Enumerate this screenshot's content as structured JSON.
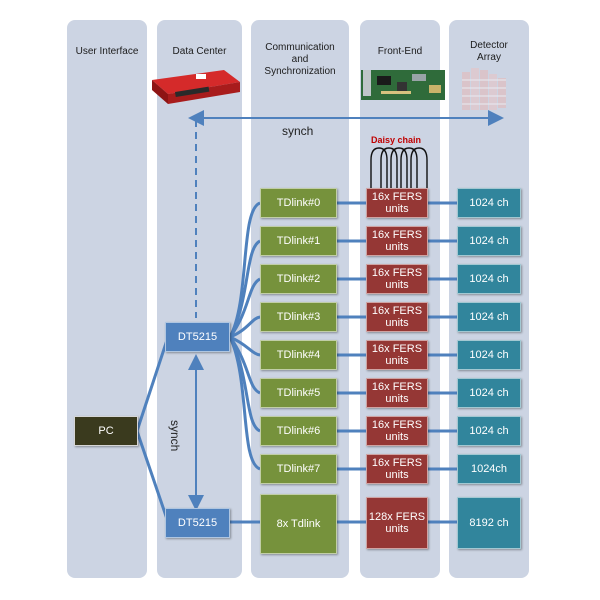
{
  "columns": [
    {
      "id": "ui",
      "label": "User Interface"
    },
    {
      "id": "dc",
      "label": "Data Center"
    },
    {
      "id": "comm",
      "label": "Communication\nand\nSynchronization"
    },
    {
      "id": "fe",
      "label": "Front-End"
    },
    {
      "id": "det",
      "label": "Detector\nArray"
    }
  ],
  "pc_label": "PC",
  "dt5215_label": "DT5215",
  "synch_top": "synch",
  "synch_vertical": "synch",
  "daisy_chain": "Daisy chain",
  "rows": [
    {
      "tdlink": "TDlink#0",
      "fers": "16x FERS\nunits",
      "channels": "1024 ch"
    },
    {
      "tdlink": "TDlink#1",
      "fers": "16x FERS\nunits",
      "channels": "1024 ch"
    },
    {
      "tdlink": "TDlink#2",
      "fers": "16x FERS\nunits",
      "channels": "1024 ch"
    },
    {
      "tdlink": "TDlink#3",
      "fers": "16x FERS\nunits",
      "channels": "1024 ch"
    },
    {
      "tdlink": "TDlink#4",
      "fers": "16x FERS\nunits",
      "channels": "1024 ch"
    },
    {
      "tdlink": "TDlink#5",
      "fers": "16x FERS\nunits",
      "channels": "1024 ch"
    },
    {
      "tdlink": "TDlink#6",
      "fers": "16x FERS\nunits",
      "channels": "1024 ch"
    },
    {
      "tdlink": "TDlink#7",
      "fers": "16x FERS\nunits",
      "channels": "1024ch"
    }
  ],
  "bottom_row": {
    "tdlink": "8x Tdlink",
    "fers": "128x FERS\nunits",
    "channels": "8192 ch"
  },
  "colors": {
    "column_bg": "#ccd4e3",
    "tdlink_green": "#76923c",
    "fers_red": "#953735",
    "channel_teal": "#31859c",
    "dt5215_blue": "#4f81bd",
    "pc_dark": "#3a3a1e",
    "connector_blue": "#4f81bd",
    "daisy_red": "#c00000"
  }
}
